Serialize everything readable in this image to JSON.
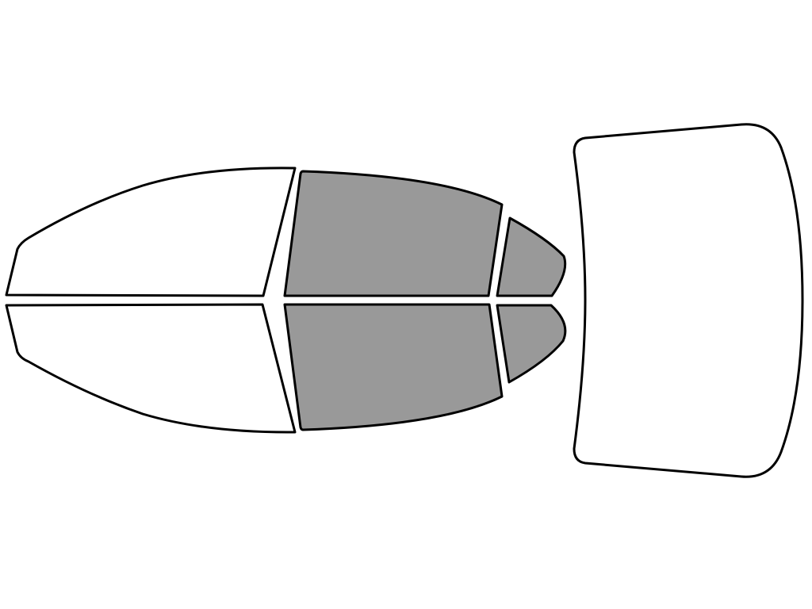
{
  "colors": {
    "background": "#ffffff",
    "outline": "#000000",
    "untinted": "#ffffff",
    "tinted": "#999999"
  },
  "windows": [
    {
      "id": "front-door-left",
      "tinted": false
    },
    {
      "id": "front-door-right",
      "tinted": false
    },
    {
      "id": "rear-door-left",
      "tinted": true
    },
    {
      "id": "rear-door-right",
      "tinted": true
    },
    {
      "id": "rear-quarter-left",
      "tinted": true
    },
    {
      "id": "rear-quarter-right",
      "tinted": true
    },
    {
      "id": "rear-windshield",
      "tinted": false
    }
  ]
}
